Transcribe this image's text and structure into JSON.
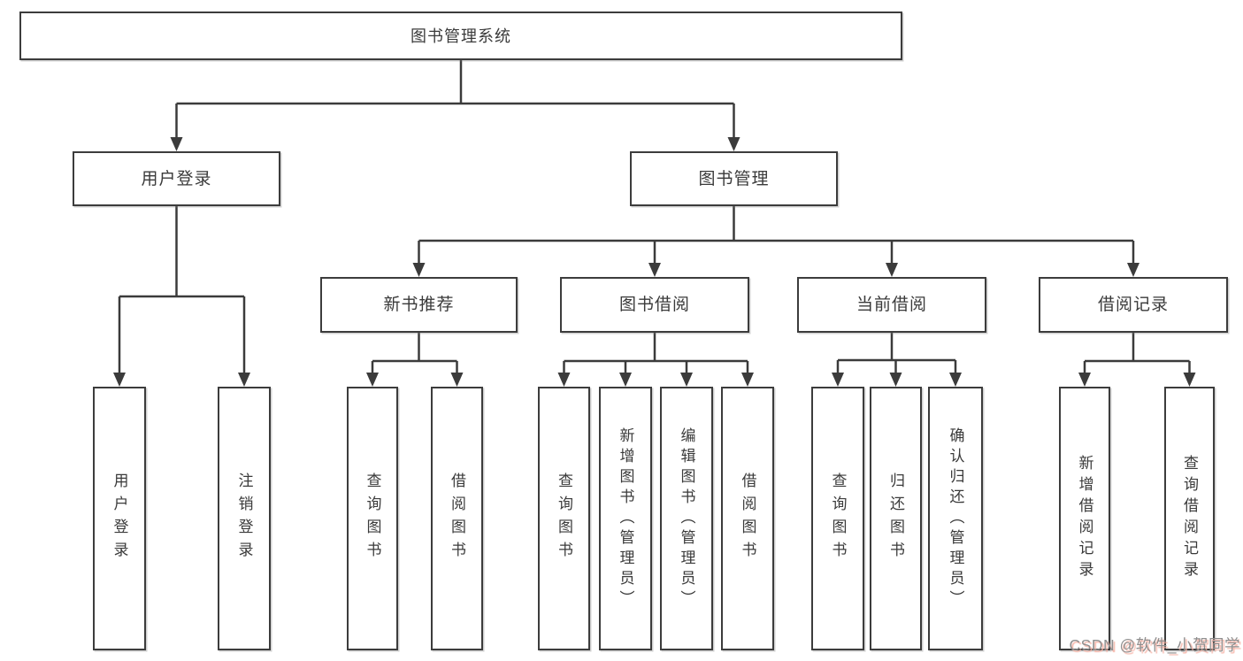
{
  "structure": {
    "label": "图书管理系统",
    "children": [
      {
        "label": "用户登录",
        "children": [
          {
            "label": "用户登录"
          },
          {
            "label": "注销登录"
          }
        ]
      },
      {
        "label": "图书管理",
        "children": [
          {
            "label": "新书推荐",
            "children": [
              {
                "label": "查询图书"
              },
              {
                "label": "借阅图书"
              }
            ]
          },
          {
            "label": "图书借阅",
            "children": [
              {
                "label": "查询图书"
              },
              {
                "label": "新增图书（管理员）"
              },
              {
                "label": "编辑图书（管理员）"
              },
              {
                "label": "借阅图书"
              }
            ]
          },
          {
            "label": "当前借阅",
            "children": [
              {
                "label": "查询图书"
              },
              {
                "label": "归还图书"
              },
              {
                "label": "确认归还（管理员）"
              }
            ]
          },
          {
            "label": "借阅记录",
            "children": [
              {
                "label": "新增借阅记录"
              },
              {
                "label": "查询借阅记录"
              }
            ]
          }
        ]
      }
    ]
  },
  "watermark": {
    "text": "CSDN @软件_小贺同学"
  },
  "colors": {
    "background": "#ffffff",
    "line": "#3b3b3b",
    "box_border": "#3c3c3c",
    "text": "#3a3a3a",
    "watermark_text": "#8f8f8f",
    "watermark_shadow": "#f6b3a6"
  }
}
